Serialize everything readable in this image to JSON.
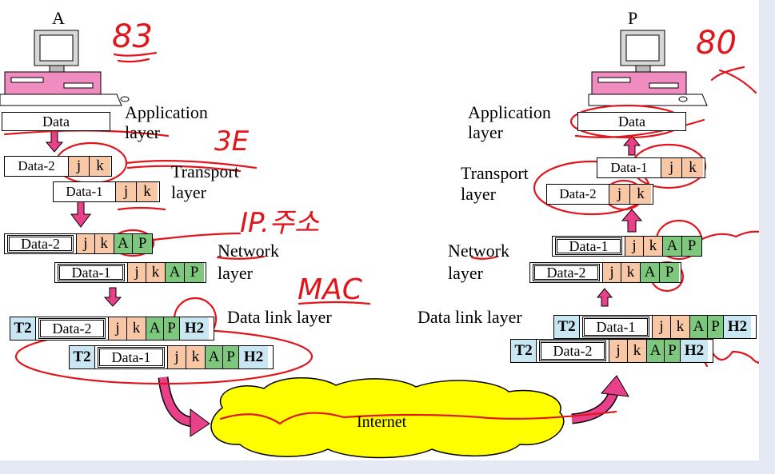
{
  "left_host": {
    "label": "A",
    "application_layer": "Application\nlayer",
    "transport_layer": "Transport\nlayer",
    "network_layer": "Network\nlayer",
    "data_link_layer": "Data link layer",
    "app_data": "Data"
  },
  "right_host": {
    "label": "P",
    "application_layer": "Application\nlayer",
    "transport_layer": "Transport\nlayer",
    "network_layer": "Network\nlayer",
    "data_link_layer": "Data link layer",
    "app_data": "Data"
  },
  "cells": {
    "data1": "Data-1",
    "data2": "Data-2",
    "j": "j",
    "k": "k",
    "a": "A",
    "p": "P",
    "t2": "T2",
    "h2": "H2"
  },
  "cloud_label": "Internet",
  "annotations": {
    "left_port": "83",
    "right_port": "80",
    "mac": "MAC",
    "ip": "IP.주소",
    "seg": "3E"
  },
  "colors": {
    "orange": "#f8c7a6",
    "green": "#7ec87e",
    "blue": "#c9e7f3",
    "cloud": "#ffff00",
    "ink": "#e0161c",
    "arrow": "#e8418a"
  }
}
